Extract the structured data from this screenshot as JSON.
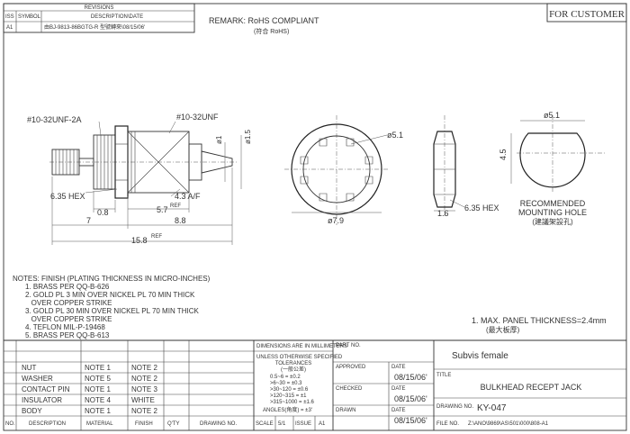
{
  "header": {
    "revisions_label": "REVISIONS",
    "col_iss": "ISS",
    "col_symbol": "SYMBOL",
    "col_description_date": "DESCRIPTION\\DATE",
    "rev_iss": "A1",
    "rev_description": "由BJ-9813-86BGTG-R 型號轉來\\08/15/06'"
  },
  "for_customer": "FOR CUSTOMER",
  "remark": {
    "line1": "REMARK: RoHS COMPLIANT",
    "line2": "(符合 RoHS)"
  },
  "side_view": {
    "thread_left": "#10-32UNF-2A",
    "thread_right": "#10-32UNF",
    "dia_1": "ø1",
    "dia_15": "ø1.5",
    "hex": "6.35 HEX",
    "across_flats": "4.3 A/F",
    "dim_08": "0.8",
    "dim_57": "5.7",
    "dim_7": "7",
    "dim_88": "8.8",
    "dim_158": "15.8",
    "ref": "REF"
  },
  "washer_view": {
    "dia_inner": "ø5.1",
    "dia_outer": "ø7.9"
  },
  "nut_view": {
    "thickness": "1.6",
    "hex": "6.35 HEX"
  },
  "mounting_hole": {
    "dia": "ø5.1",
    "flat": "4.5",
    "label_line1": "RECOMMENDED",
    "label_line2": "MOUNTING HOLE",
    "label_line3": "(建議架設孔)"
  },
  "notes": {
    "title": "NOTES: FINISH (PLATING THICKNESS IN MICRO-INCHES)",
    "lines": [
      "1. BRASS PER QQ-B-626",
      "2. GOLD PL 3 MIN OVER NICKEL PL 70 MIN THICK",
      "   OVER COPPER STRIKE",
      "3. GOLD PL 30 MIN OVER NICKEL PL 70 MIN THICK",
      "   OVER COPPER STRIKE",
      "4. TEFLON MIL-P-19468",
      "5. BRASS PER QQ-B-613"
    ]
  },
  "panel_note": {
    "line1": "1. MAX. PANEL THICKNESS=2.4mm",
    "line2": "(最大板厚)"
  },
  "bom": {
    "rows": [
      {
        "no": "",
        "desc": "NUT",
        "material": "NOTE 1",
        "finish": "NOTE 2",
        "qty": "",
        "drawing": ""
      },
      {
        "no": "",
        "desc": "WASHER",
        "material": "NOTE 5",
        "finish": "NOTE 2",
        "qty": "",
        "drawing": ""
      },
      {
        "no": "",
        "desc": "CONTACT PIN",
        "material": "NOTE 1",
        "finish": "NOTE 3",
        "qty": "",
        "drawing": ""
      },
      {
        "no": "",
        "desc": "INSULATOR",
        "material": "NOTE 4",
        "finish": "WHITE",
        "qty": "",
        "drawing": ""
      },
      {
        "no": "",
        "desc": "BODY",
        "material": "NOTE 1",
        "finish": "NOTE 2",
        "qty": "",
        "drawing": ""
      }
    ],
    "head_no": "NO.",
    "head_desc": "DESCRIPTION",
    "head_material": "MATERIAL",
    "head_finish": "FINISH",
    "head_qty": "Q'TY",
    "head_drawing": "DRAWING NO."
  },
  "tolerance": {
    "dims_label": "DIMENSIONS ARE IN MILLIMETERS",
    "unless": "UNLESS OTHERWISE SPECIFIED",
    "tolerances": "TOLERANCES",
    "general": "(一般公差)",
    "rows": [
      "0.5~6 = ±0.2",
      ">6~30 = ±0.3",
      ">30~120 = ±0.6",
      ">120~315 = ±1",
      ">315~1000 = ±1.6"
    ],
    "angles": "ANGLES(角度) = ±3'",
    "scale_label": "SCALE",
    "scale_value": "5/1",
    "issue_label": "ISSUE",
    "issue_value": "A1"
  },
  "title_block": {
    "part_no_label": "PART NO.",
    "approved_label": "APPROVED",
    "checked_label": "CHECKED",
    "drawn_label": "DRAWN",
    "date_label": "DATE",
    "date_approved": "08/15/06'",
    "date_checked": "08/15/06'",
    "date_drawn": "08/15/06'",
    "company": "Subvis female",
    "title_label": "TITLE",
    "title_value": "BULKHEAD RECEPT JACK",
    "drawing_no_label": "DRAWING NO.",
    "drawing_no_value": "KY-047",
    "file_no_label": "FILE NO.",
    "file_no_value": "Z:\\ANO\\9869\\AS\\501\\000\\808-A1"
  }
}
